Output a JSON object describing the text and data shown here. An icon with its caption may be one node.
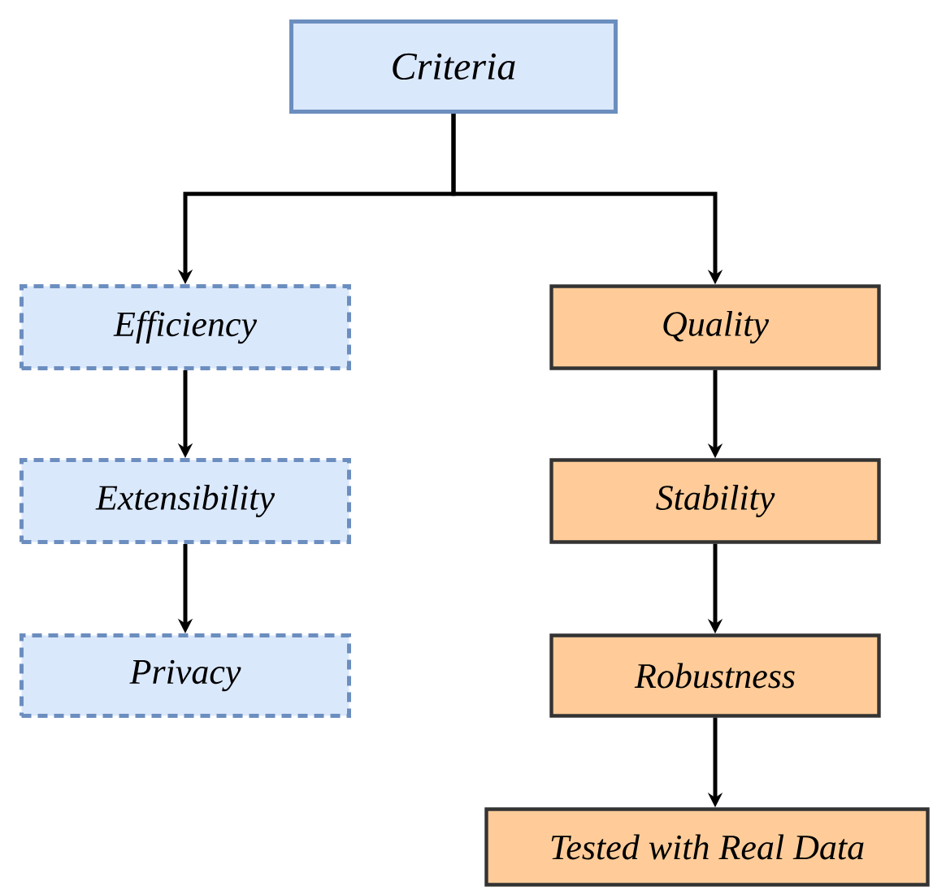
{
  "diagram": {
    "nodes": [
      {
        "text": [
          "Criteria"
        ]
      },
      {
        "text": [
          "Efficiency"
        ]
      },
      {
        "text": [
          "Extensibility"
        ]
      },
      {
        "text": [
          "Privacy"
        ]
      },
      {
        "text": [
          "Quality"
        ]
      },
      {
        "text": [
          "Stability"
        ]
      },
      {
        "text": [
          "Robustness"
        ]
      },
      {
        "text": [
          "Tested with Real Data"
        ]
      }
    ],
    "edges": [
      {
        "from": 0,
        "to": 1,
        "arrow": "to"
      },
      {
        "from": 0,
        "to": 4,
        "arrow": "to"
      },
      {
        "from": 1,
        "to": 2,
        "arrow": "to"
      },
      {
        "from": 2,
        "to": 3,
        "arrow": "to"
      },
      {
        "from": 4,
        "to": 5,
        "arrow": "to"
      },
      {
        "from": 5,
        "to": 6,
        "arrow": "to"
      },
      {
        "from": 6,
        "to": 7,
        "arrow": "to"
      }
    ]
  }
}
